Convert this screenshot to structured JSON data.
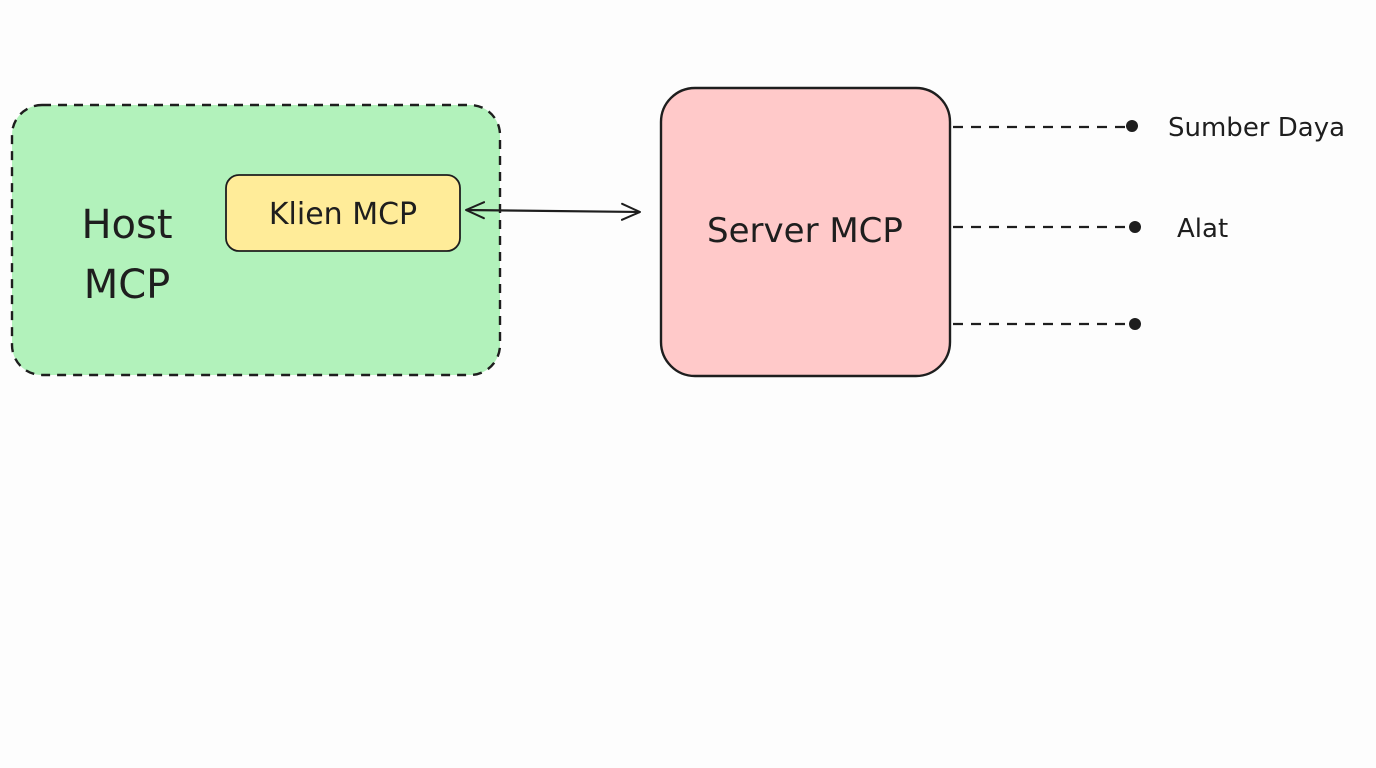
{
  "host": {
    "label_line1": "Host",
    "label_line2": "MCP",
    "fill": "#b2f2bb"
  },
  "client": {
    "label": "Klien MCP",
    "fill": "#ffec99"
  },
  "server": {
    "label": "Server MCP",
    "fill": "#ffc9c9"
  },
  "outputs": [
    {
      "label": "Sumber Daya"
    },
    {
      "label": "Alat"
    },
    {
      "label": ""
    }
  ],
  "stroke_color": "#1e1e1e"
}
